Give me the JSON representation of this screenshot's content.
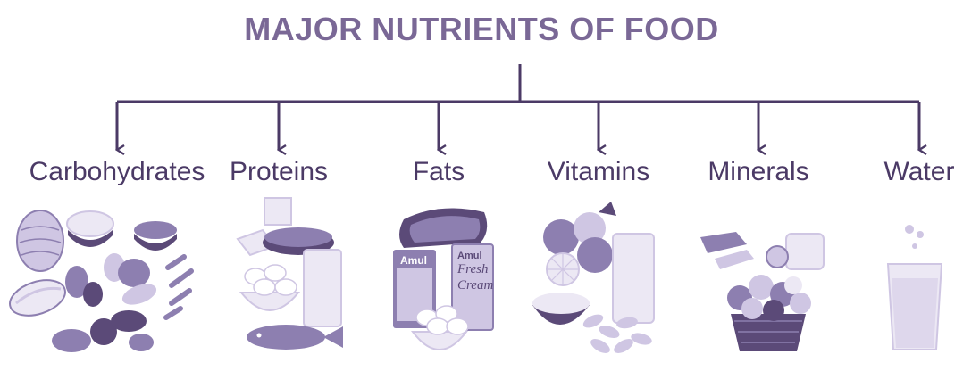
{
  "title": "MAJOR NUTRIENTS OF FOOD",
  "colors": {
    "line": "#4b3a66",
    "title": "#7a6896",
    "label": "#4b3a66",
    "food_dark": "#5b4a78",
    "food_mid": "#8d7fb0",
    "food_light": "#cfc6e3",
    "food_pale": "#ece8f4"
  },
  "nutrients": [
    {
      "label": "Carbohydrates",
      "icon": "grains-and-fruits-icon"
    },
    {
      "label": "Proteins",
      "icon": "eggs-meat-fish-milk-icon"
    },
    {
      "label": "Fats",
      "icon": "butter-cream-meat-icon"
    },
    {
      "label": "Vitamins",
      "icon": "fruits-and-capsules-icon"
    },
    {
      "label": "Minerals",
      "icon": "vegetables-and-salt-icon"
    },
    {
      "label": "Water",
      "icon": "glass-of-water-icon"
    }
  ],
  "product_text": {
    "amul_a": "Amul",
    "amul_b": "Amul",
    "fresh": "Fresh",
    "cream": "Cream"
  }
}
